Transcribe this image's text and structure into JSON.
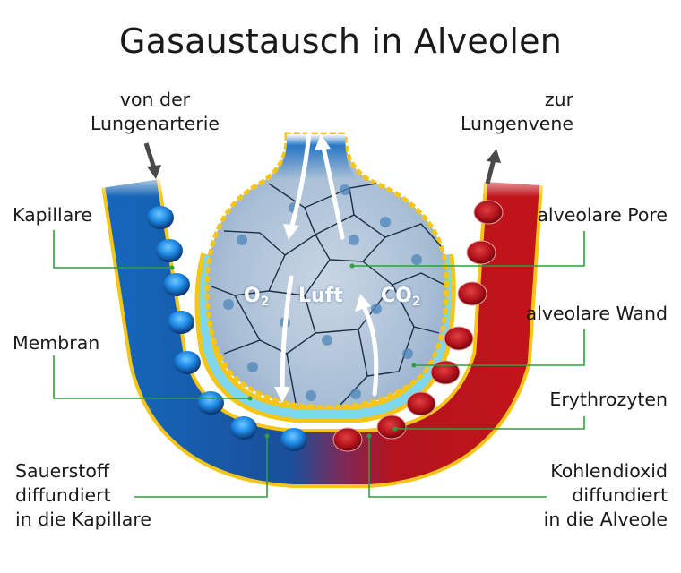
{
  "title": "Gasaustausch in Alveolen",
  "labels": {
    "from_artery": [
      "von der",
      "Lungenarterie"
    ],
    "to_vein": [
      "zur",
      "Lungenvene"
    ],
    "capillary": "Kapillare",
    "alveolar_pore": "alveolare Pore",
    "alveolar_wall": "alveolare Wand",
    "membrane": "Membran",
    "erythrocytes": "Erythrozyten",
    "oxygen_diffuses": [
      "Sauerstoff",
      "diffundiert",
      "in die Kapillare"
    ],
    "co2_diffuses": [
      "Kohlendioxid",
      "diffundiert",
      "in die Alveole"
    ]
  },
  "inner": {
    "o2": "O",
    "o2_sub": "2",
    "air": "Luft",
    "co2": "CO",
    "co2_sub": "2"
  },
  "colors": {
    "deoxy_blood": "#1565b8",
    "oxy_blood": "#c0141a",
    "membrane_yellow": "#f5c518",
    "membrane_cyan": "#7fd6ef",
    "alveolus_cells": "#a9bfd6",
    "leader_line": "#2e9e3e",
    "arrow_gray": "#4a4a4a"
  }
}
